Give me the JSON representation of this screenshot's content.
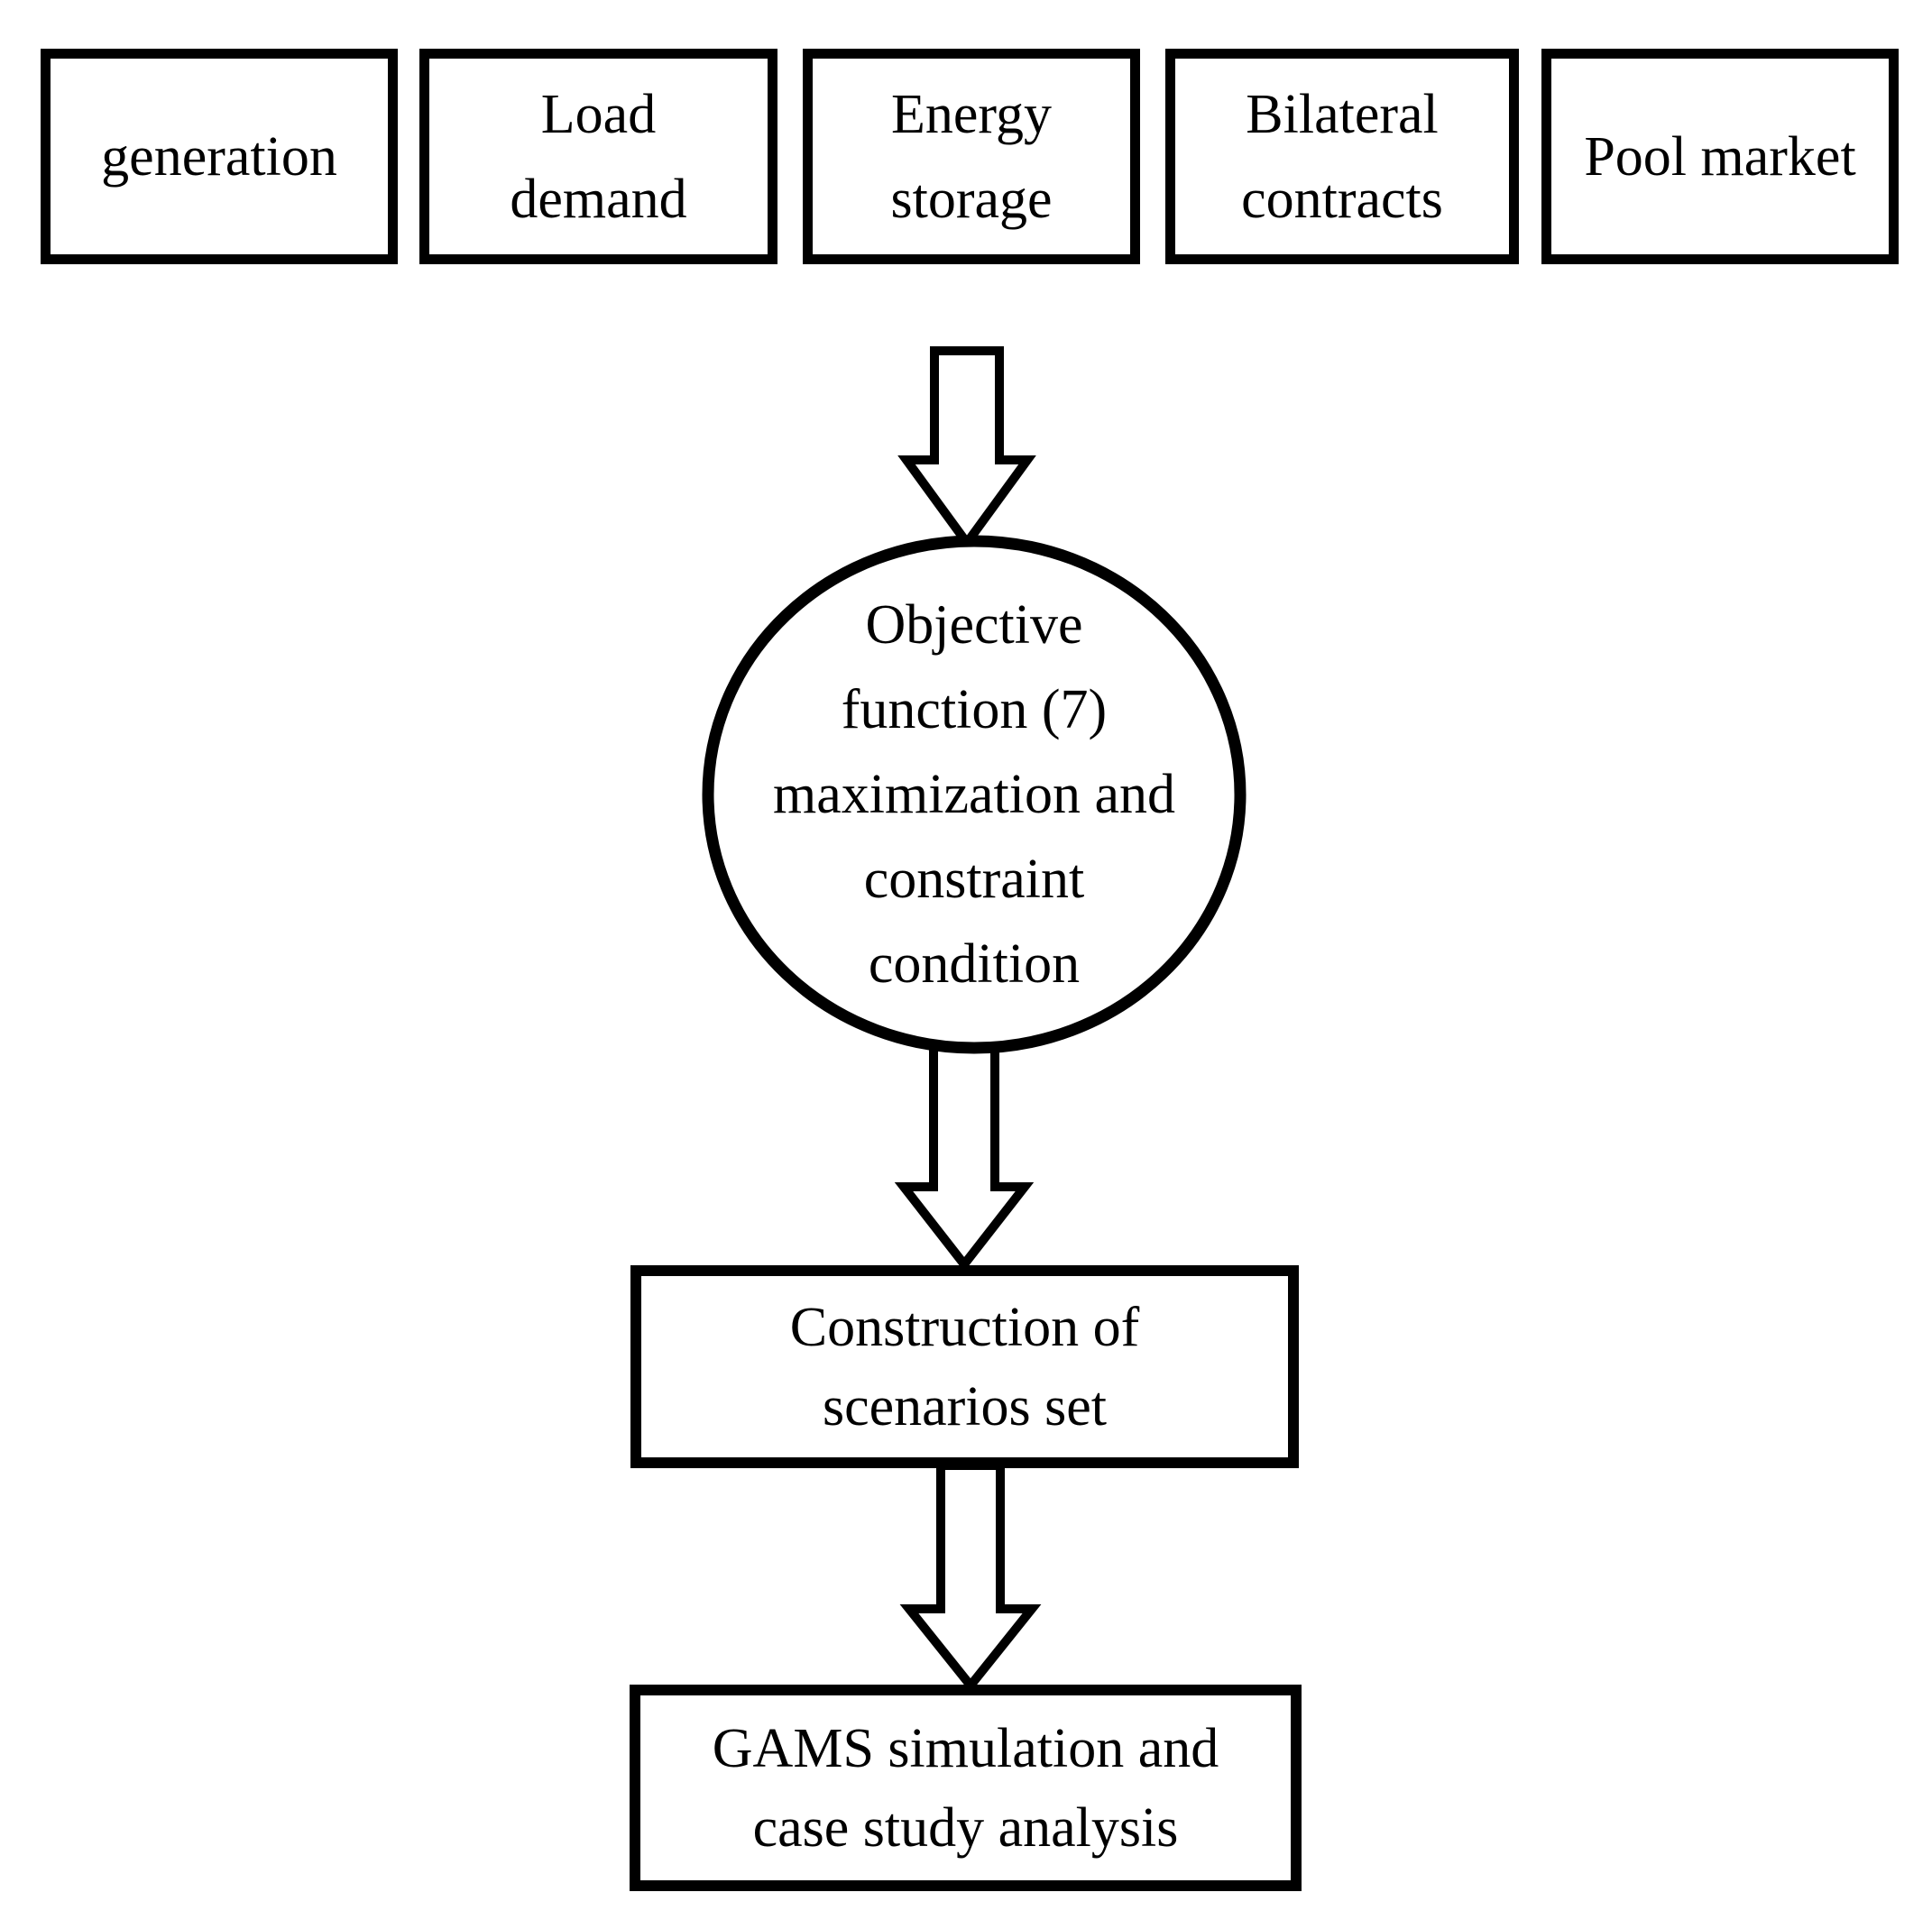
{
  "canvas": {
    "background": "#ffffff",
    "ink": "#000000"
  },
  "top_row": {
    "boxes": [
      {
        "label": "generation",
        "lines": [
          "generation"
        ]
      },
      {
        "label": "Load demand",
        "lines": [
          "Load",
          "demand"
        ]
      },
      {
        "label": "Energy storage",
        "lines": [
          "Energy",
          "storage"
        ]
      },
      {
        "label": "Bilateral contracts",
        "lines": [
          "Bilateral",
          "contracts"
        ]
      },
      {
        "label": "Pool market",
        "lines": [
          "Pool market"
        ]
      }
    ]
  },
  "objective_circle": {
    "label": "Objective function (7) maximization and constraint condition",
    "lines": [
      "Objective",
      "function (7)",
      "maximization and",
      "constraint",
      "condition"
    ]
  },
  "scenarios_box": {
    "label": "Construction of scenarios set",
    "lines": [
      "Construction of",
      "scenarios set"
    ]
  },
  "gams_box": {
    "label": "GAMS simulation and case study analysis",
    "lines": [
      "GAMS simulation and",
      "case study analysis"
    ]
  }
}
